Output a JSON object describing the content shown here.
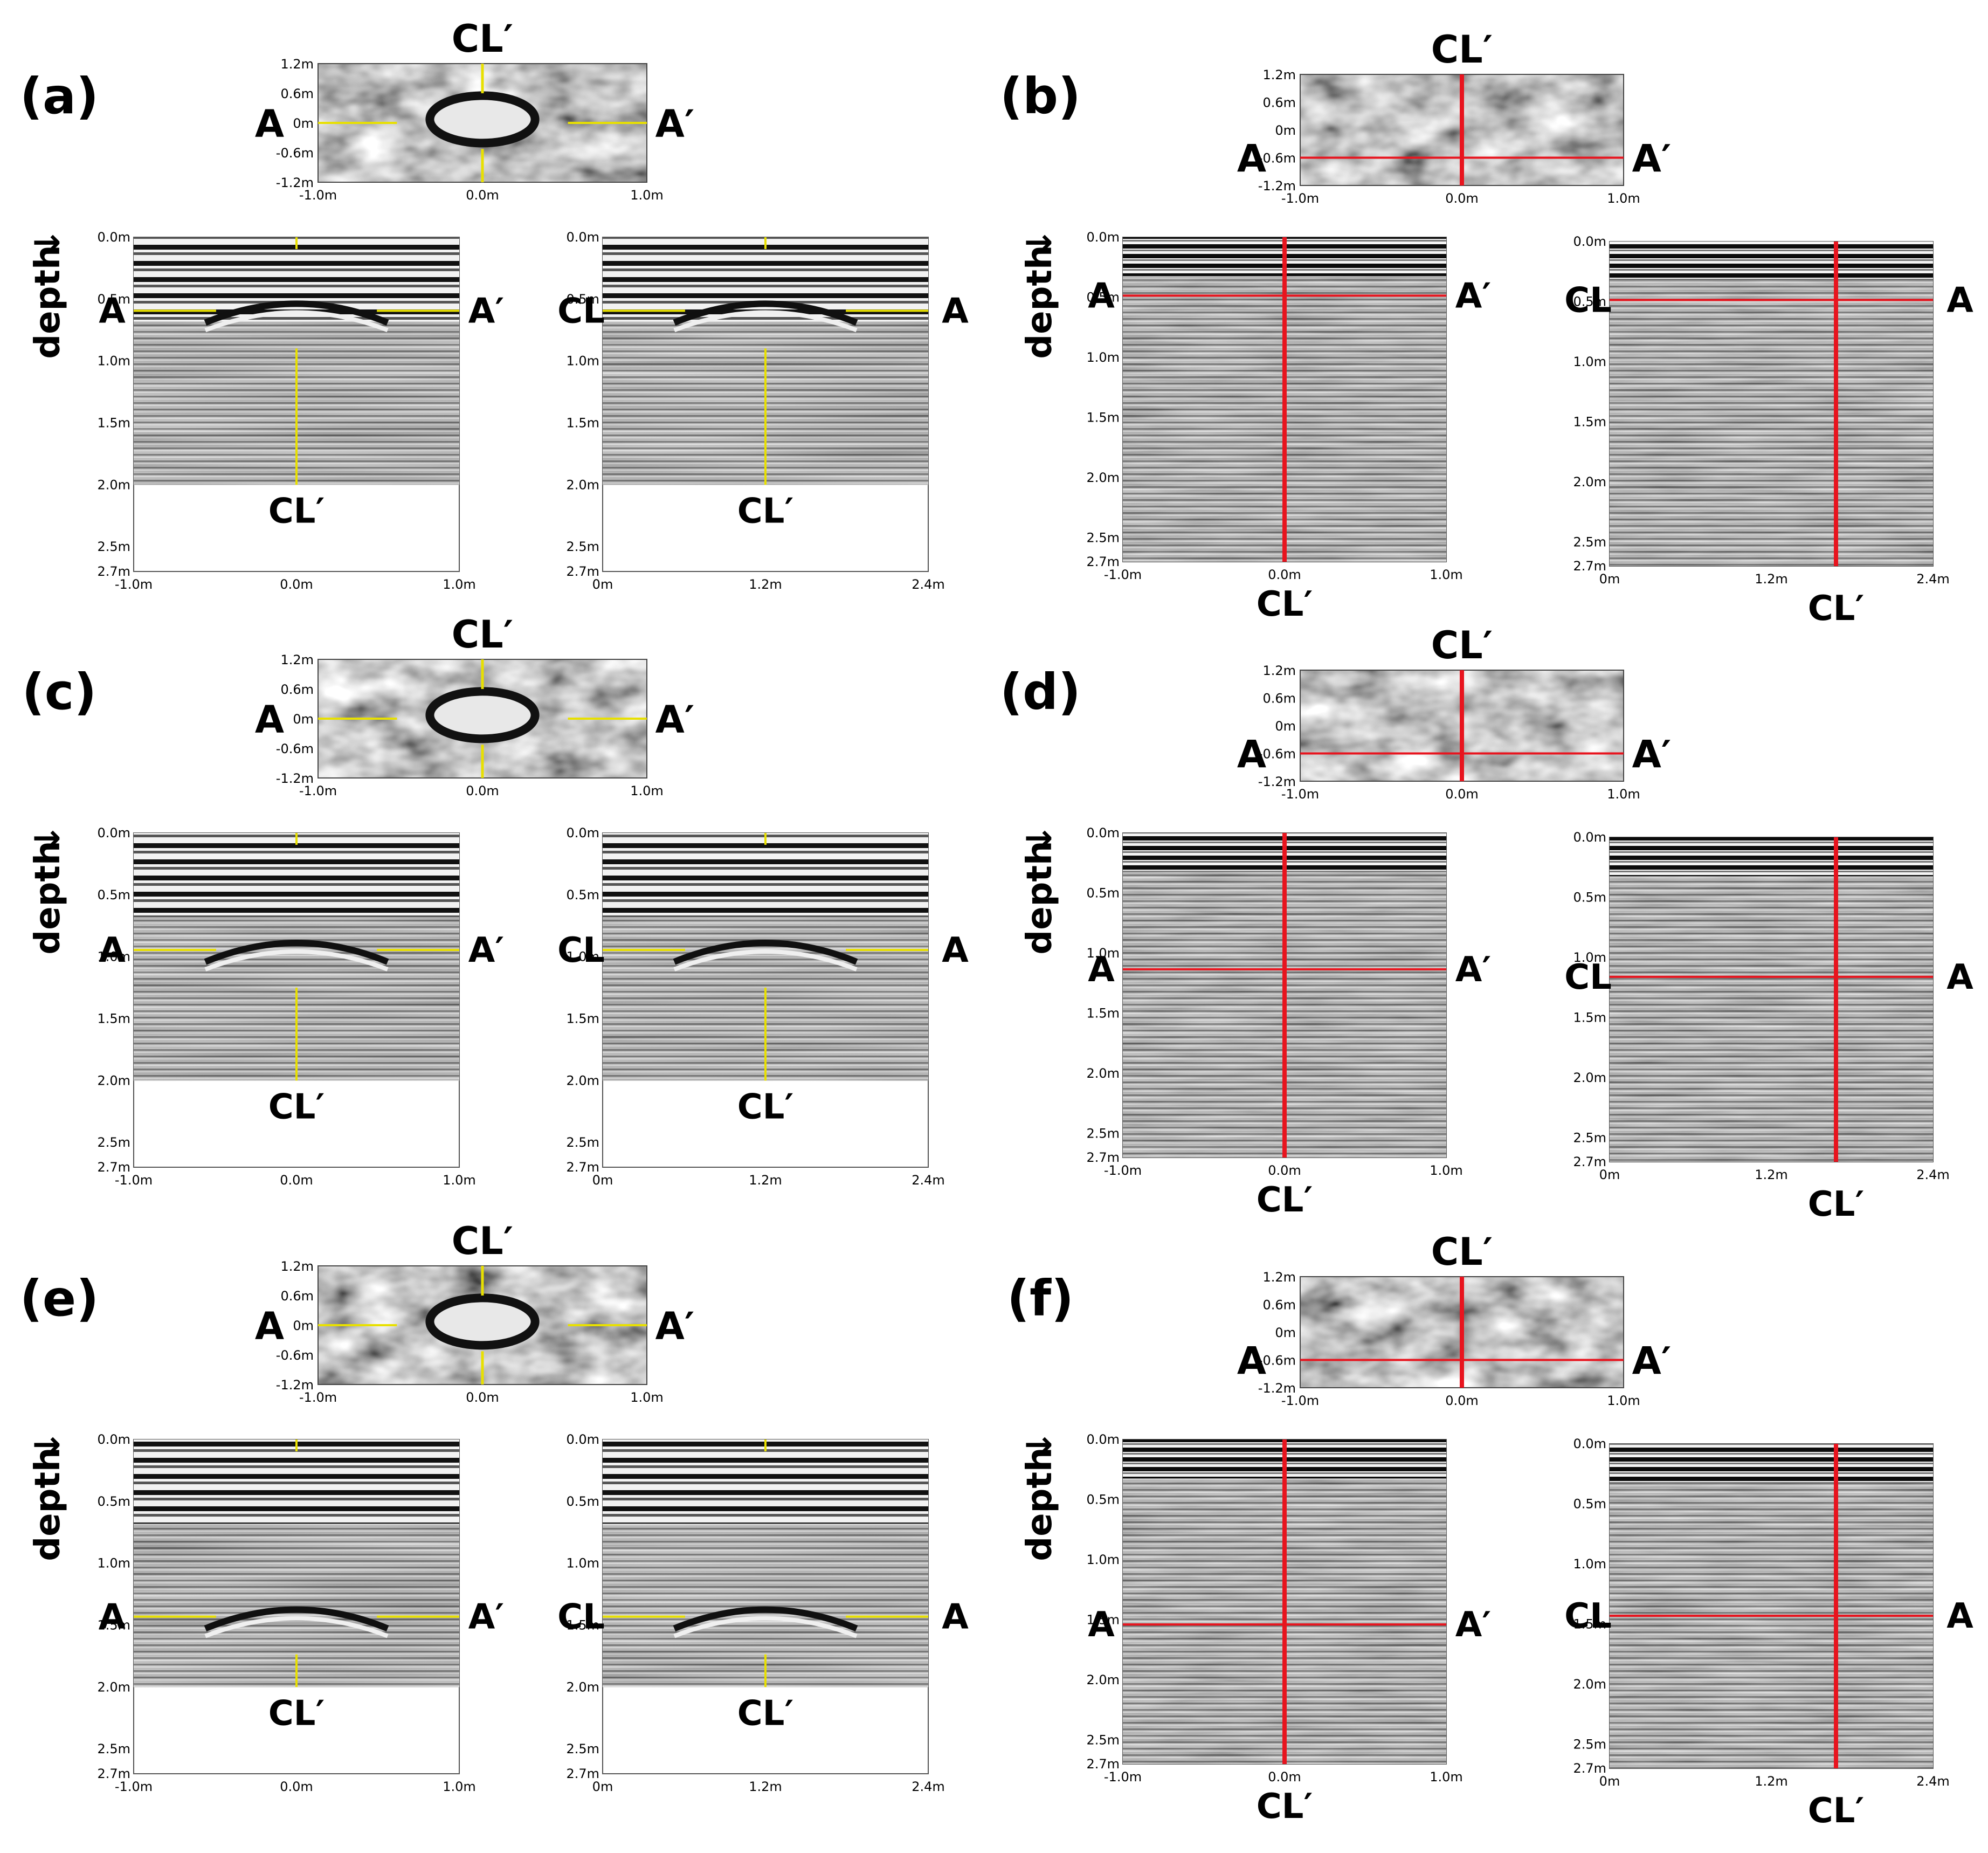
{
  "panels": [
    {
      "letter": "(a)",
      "line_color": "#e8e000",
      "cl_depth_frac": 0.22,
      "cl2_depth_frac": 0.22,
      "plan_a_y": 0.0,
      "anomaly": "ring",
      "depth_to": 2.0,
      "noise": "smooth"
    },
    {
      "letter": "(b)",
      "line_color": "#e8141e",
      "cl_depth_frac": 0.18,
      "cl2_depth_frac": 0.18,
      "plan_a_y": -0.6,
      "anomaly": "none",
      "depth_to": 2.7,
      "noise": "fine"
    },
    {
      "letter": "(c)",
      "line_color": "#e8e000",
      "cl_depth_frac": 0.35,
      "cl2_depth_frac": 0.35,
      "plan_a_y": 0.0,
      "anomaly": "ring",
      "depth_to": 2.0,
      "noise": "smooth"
    },
    {
      "letter": "(d)",
      "line_color": "#e8141e",
      "cl_depth_frac": 0.42,
      "cl2_depth_frac": 0.43,
      "plan_a_y": -0.6,
      "anomaly": "none",
      "depth_to": 2.7,
      "noise": "fine"
    },
    {
      "letter": "(e)",
      "line_color": "#e8e000",
      "cl_depth_frac": 0.53,
      "cl2_depth_frac": 0.53,
      "plan_a_y": 0.0,
      "anomaly": "ring",
      "depth_to": 2.0,
      "noise": "smooth"
    },
    {
      "letter": "(f)",
      "line_color": "#e8141e",
      "cl_depth_frac": 0.57,
      "cl2_depth_frac": 0.53,
      "plan_a_y": -0.6,
      "anomaly": "none",
      "depth_to": 2.7,
      "noise": "fine"
    }
  ],
  "labels": {
    "cl_prime": "CL′",
    "cl": "CL",
    "a": "A",
    "a_prime": "A′",
    "depth": "depth",
    "depth_arrow": "↓"
  },
  "plan_axis": {
    "y_ticks": [
      "1.2m",
      "0.6m",
      "0m",
      "-0.6m",
      "-1.2m"
    ],
    "x_ticks": [
      "-1.0m",
      "0.0m",
      "1.0m"
    ]
  },
  "section_axis": {
    "depth_ticks": [
      "0.0m",
      "0.5m",
      "1.0m",
      "1.5m",
      "2.0m",
      "2.5m",
      "2.7m"
    ],
    "x_ticks_left": [
      "-1.0m",
      "0.0m",
      "1.0m"
    ],
    "x_ticks_right": [
      "0m",
      "1.2m",
      "2.4m"
    ]
  }
}
